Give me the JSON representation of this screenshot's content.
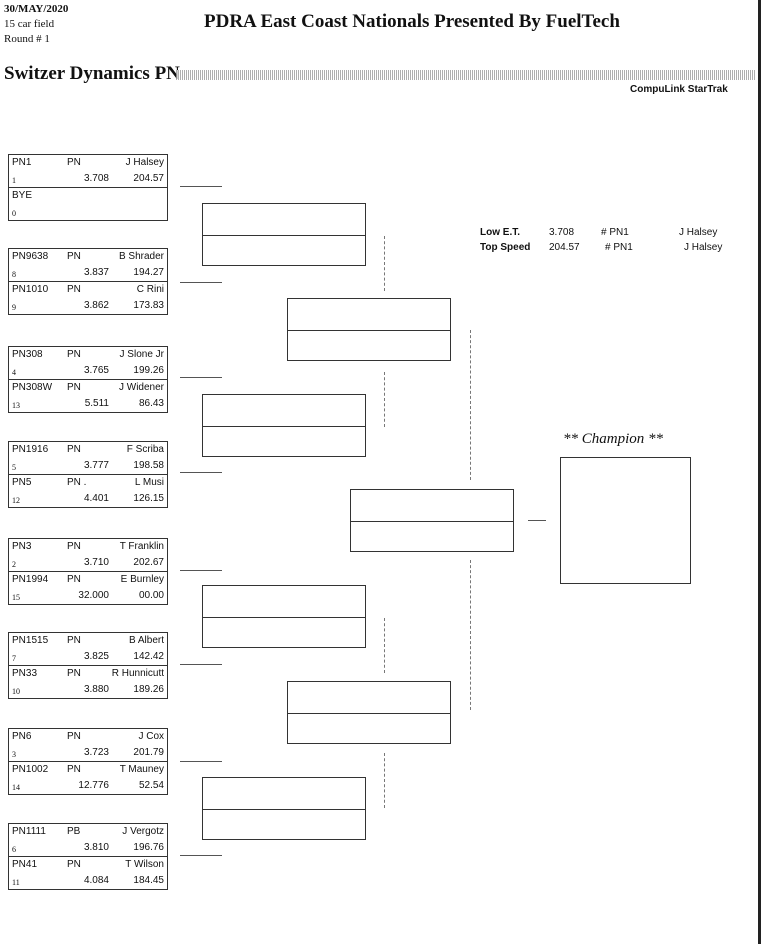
{
  "header": {
    "date": "30/MAY/2020",
    "field": "15 car field",
    "round": "Round # 1",
    "title": "PDRA East Coast Nationals Presented By FuelTech",
    "class_title": "Switzer Dynamics PN",
    "brand": "CompuLink StarTrak"
  },
  "stats": {
    "low_et_label": "Low  E.T.",
    "low_et_value": "3.708",
    "low_et_car": "# PN1",
    "low_et_driver": "J Halsey",
    "top_speed_label": "Top Speed",
    "top_speed_value": "204.57",
    "top_speed_car": "# PN1",
    "top_speed_driver": "J Halsey"
  },
  "champion_label": "** Champion **",
  "pairs": [
    [
      {
        "num": "PN1",
        "cls": "PN",
        "driver": "J Halsey",
        "seed": "1",
        "et": "3.708",
        "speed": "204.57"
      },
      {
        "num": "BYE",
        "cls": "",
        "driver": "",
        "seed": "0",
        "et": "",
        "speed": ""
      }
    ],
    [
      {
        "num": "PN9638",
        "cls": "PN",
        "driver": "B Shrader",
        "seed": "8",
        "et": "3.837",
        "speed": "194.27"
      },
      {
        "num": "PN1010",
        "cls": "PN",
        "driver": "C Rini",
        "seed": "9",
        "et": "3.862",
        "speed": "173.83"
      }
    ],
    [
      {
        "num": "PN308",
        "cls": "PN",
        "driver": "J Slone Jr",
        "seed": "4",
        "et": "3.765",
        "speed": "199.26"
      },
      {
        "num": "PN308W",
        "cls": "PN",
        "driver": "J Widener",
        "seed": "13",
        "et": "5.511",
        "speed": "86.43"
      }
    ],
    [
      {
        "num": "PN1916",
        "cls": "PN",
        "driver": "F Scriba",
        "seed": "5",
        "et": "3.777",
        "speed": "198.58"
      },
      {
        "num": "PN5",
        "cls": "PN .",
        "driver": "L Musi",
        "seed": "12",
        "et": "4.401",
        "speed": "126.15"
      }
    ],
    [
      {
        "num": "PN3",
        "cls": "PN",
        "driver": "T Franklin",
        "seed": "2",
        "et": "3.710",
        "speed": "202.67"
      },
      {
        "num": "PN1994",
        "cls": "PN",
        "driver": "E Burnley",
        "seed": "15",
        "et": "32.000",
        "speed": "00.00"
      }
    ],
    [
      {
        "num": "PN1515",
        "cls": "PN",
        "driver": "B Albert",
        "seed": "7",
        "et": "3.825",
        "speed": "142.42"
      },
      {
        "num": "PN33",
        "cls": "PN",
        "driver": "R Hunnicutt",
        "seed": "10",
        "et": "3.880",
        "speed": "189.26"
      }
    ],
    [
      {
        "num": "PN6",
        "cls": "PN",
        "driver": "J Cox",
        "seed": "3",
        "et": "3.723",
        "speed": "201.79"
      },
      {
        "num": "PN1002",
        "cls": "PN",
        "driver": "T Mauney",
        "seed": "14",
        "et": "12.776",
        "speed": "52.54"
      }
    ],
    [
      {
        "num": "PN1111",
        "cls": "PB",
        "driver": "J Vergotz",
        "seed": "6",
        "et": "3.810",
        "speed": "196.76"
      },
      {
        "num": "PN41",
        "cls": "PN",
        "driver": "T Wilson",
        "seed": "11",
        "et": "4.084",
        "speed": "184.45"
      }
    ]
  ]
}
